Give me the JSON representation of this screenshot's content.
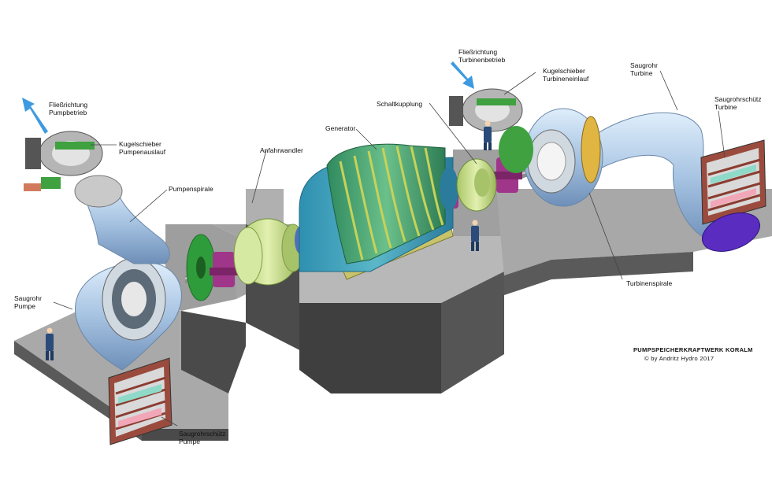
{
  "labels": {
    "flow_pump": "Fließrichtung\nPumpbetrieb",
    "valve_pump": "Kugelschieber\nPumpenauslauf",
    "spiral_pump": "Pumpenspirale",
    "draft_tube_pump": "Saugrohr\nPumpe",
    "gate_pump": "Saugrohrschütz\nPumpe",
    "starting_converter": "Anfahrwandler",
    "generator": "Generator",
    "clutch": "Schaltkupplung",
    "flow_turbine": "Fließrichtung\nTurbinenbetrieb",
    "valve_turbine": "Kugelschieber\nTurbineneinlauf",
    "draft_tube_turbine": "Saugrohr\nTurbine",
    "gate_turbine": "Saugrohrschütz\nTurbine",
    "spiral_turbine": "Turbinenspirale"
  },
  "credit": {
    "title": "PUMPSPEICHERKRAFTWERK KORALM",
    "copyright": "© by Andritz Hydro 2017"
  },
  "colors": {
    "pipe": "#a9c6e4",
    "foundation_top": "#a8a8a8",
    "foundation_side": "#4a4a4a",
    "generator_stator": "#3da17a",
    "generator_shell": "#3ea2b8",
    "converter": "#c9e08a",
    "bearing": "#a0368a",
    "flange_green": "#2e9c3a",
    "arrow_blue": "#3d9ae0",
    "outlet_disc": "#5a2cc0"
  }
}
